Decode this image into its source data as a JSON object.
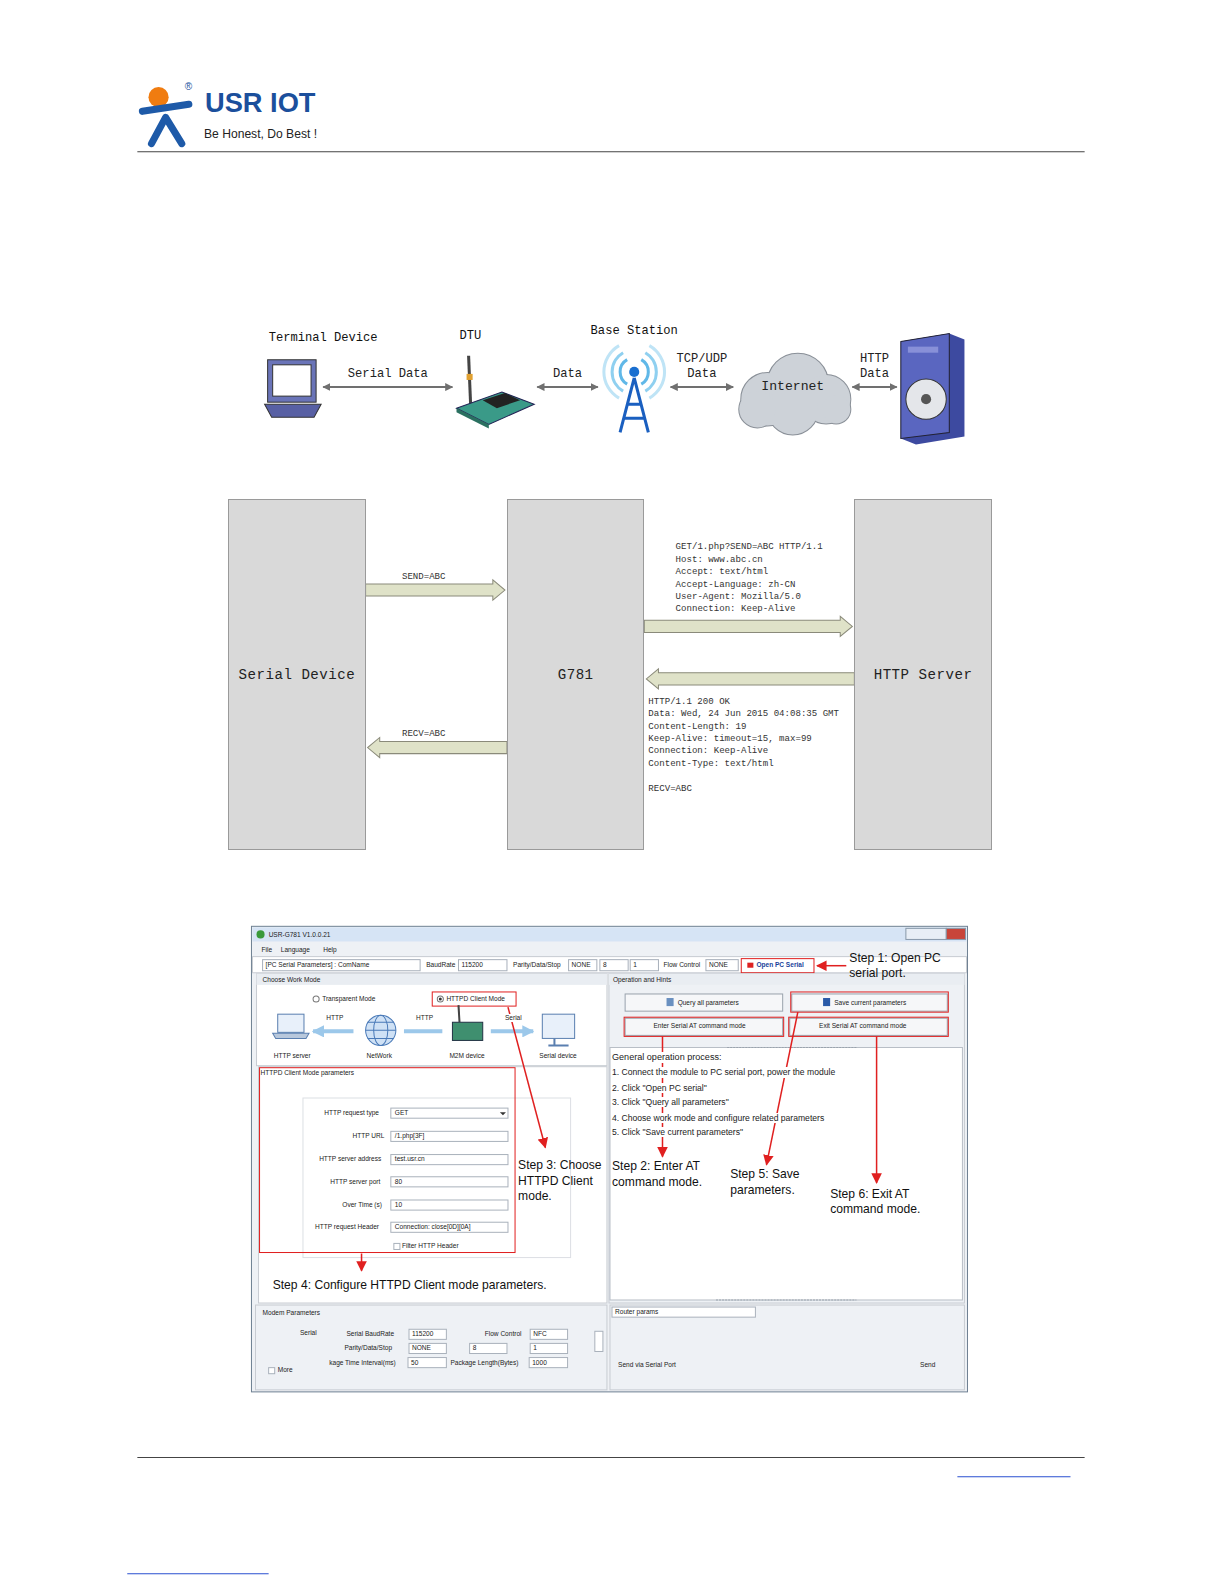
{
  "diagram": {
    "nodes": [
      {
        "text": [
          "Terminal Device"
        ]
      },
      {
        "text": [
          "DTU"
        ]
      },
      {
        "text": [
          "Base Station"
        ]
      },
      {
        "text": [
          "Internet"
        ]
      },
      {
        "text": []
      },
      {
        "text": [
          "Serial Device"
        ]
      },
      {
        "text": [
          "G781"
        ]
      },
      {
        "text": [
          "HTTP Server"
        ]
      }
    ],
    "edges": [
      {
        "from": 0,
        "to": 1,
        "arrow": "both",
        "label": "Serial Data"
      },
      {
        "from": 1,
        "to": 2,
        "arrow": "both",
        "label": "Data"
      },
      {
        "from": 2,
        "to": 3,
        "arrow": "both",
        "label": "TCP/UDP Data"
      },
      {
        "from": 3,
        "to": 4,
        "arrow": "both",
        "label": "HTTP Data"
      },
      {
        "from": 5,
        "to": 6,
        "arrow": "to",
        "label": "SEND=ABC"
      },
      {
        "from": 6,
        "to": 7,
        "arrow": "to",
        "label": "GET/1.php?SEND=ABC HTTP/1.1 Host: www.abc.cn Accept: text/html Accept-Language: zh-CN User-Agent: Mozilla/5.0 Connection: Keep-Alive"
      },
      {
        "from": 7,
        "to": 6,
        "arrow": "to",
        "label": "HTTP/1.1 200 OK Data: Wed, 24 Jun 2015 04:08:35 GMT Content-Length: 19 Keep-Alive: timeout=15, max=99 Connection: Keep-Alive Content-Type: text/html RECV=ABC"
      },
      {
        "from": 6,
        "to": 5,
        "arrow": "to",
        "label": "RECV=ABC"
      }
    ],
    "labels": [
      "USR IOT",
      "®",
      "Be Honest, Do Best !",
      "USR-G781 V1.0.0.21",
      "File",
      "Language",
      "Help",
      "[PC Serial Parameters] : ComName",
      "BaudRate",
      "115200",
      "Parity/Data/Stop",
      "NONE",
      "8",
      "1",
      "Flow Control",
      "NONE",
      "Open PC Serial",
      "Step 1: Open PC serial port.",
      "Choose Work Mode",
      "Transparent Mode",
      "HTTPD Client Mode",
      "HTTP",
      "HTTP",
      "Serial",
      "HTTP server",
      "NetWork",
      "M2M device",
      "Serial device",
      "Operation and Hints",
      "Query all parameters",
      "Save current parameters",
      "Enter Serial AT command mode",
      "Exit Serial AT command mode",
      "General operation process:",
      "1. Connect the module to PC serial port, power the module",
      "2. Click \"Open PC serial\"",
      "3. Click \"Query all parameters\"",
      "4. Choose work mode and configure related parameters",
      "5. Click \"Save current parameters\"",
      "HTTPD Client Mode parameters",
      "HTTP request type",
      "GET",
      "HTTP URL",
      "/1.php[3F]",
      "HTTP server address",
      "test.usr.cn",
      "HTTP server port",
      "80",
      "Over Time (s)",
      "10",
      "HTTP request Header",
      "Connection: close[0D][0A]",
      "Filter HTTP Header",
      "Step 3: Choose HTTPD Client mode.",
      "Step 2: Enter AT command mode.",
      "Step 5: Save parameters.",
      "Step 6: Exit AT command mode.",
      "Step 4: Configure HTTPD Client mode parameters.",
      "Modem Parameters",
      "Serial",
      "Serial BaudRate",
      "115200",
      "Flow Control",
      "NFC",
      "Parity/Data/Stop",
      "NONE",
      "8",
      "1",
      "kage Time Interval(ms)",
      "50",
      "Package Length(Bytes)",
      "1000",
      "More",
      "Router params",
      "Send via Serial Port",
      "Send"
    ]
  }
}
